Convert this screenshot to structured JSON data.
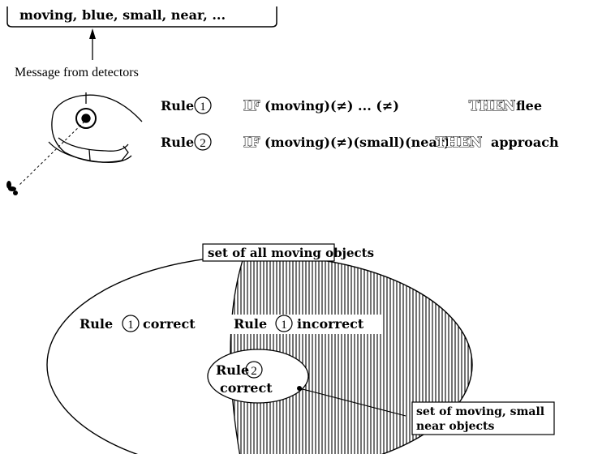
{
  "message_box": {
    "text": "moving, blue, small, near, ..."
  },
  "message_label": "Message from detectors",
  "rules": [
    {
      "label": "Rule",
      "number": "1",
      "if_word": "IF",
      "condition": "(moving)(≠) ... (≠)",
      "then_word": "THEN",
      "action": "flee"
    },
    {
      "label": "Rule",
      "number": "2",
      "if_word": "IF",
      "condition": "(moving)(≠)(small)(near)",
      "then_word": "THEN",
      "action": "approach"
    }
  ],
  "venn": {
    "moving_label": "set of all moving objects",
    "rule1_correct": {
      "prefix": "Rule",
      "number": "1",
      "suffix": "correct"
    },
    "rule1_incorrect": {
      "prefix": "Rule",
      "number": "1",
      "suffix": "incorrect"
    },
    "rule2_correct": {
      "prefix": "Rule",
      "number": "2",
      "line2": "correct"
    },
    "small_near_label": {
      "line1": "set of moving, small",
      "line2": "near objects"
    }
  },
  "colors": {
    "ink": "#000000",
    "paper": "#ffffff"
  },
  "icons": [
    "frog-icon",
    "fly-icon",
    "arrow-up-icon"
  ]
}
